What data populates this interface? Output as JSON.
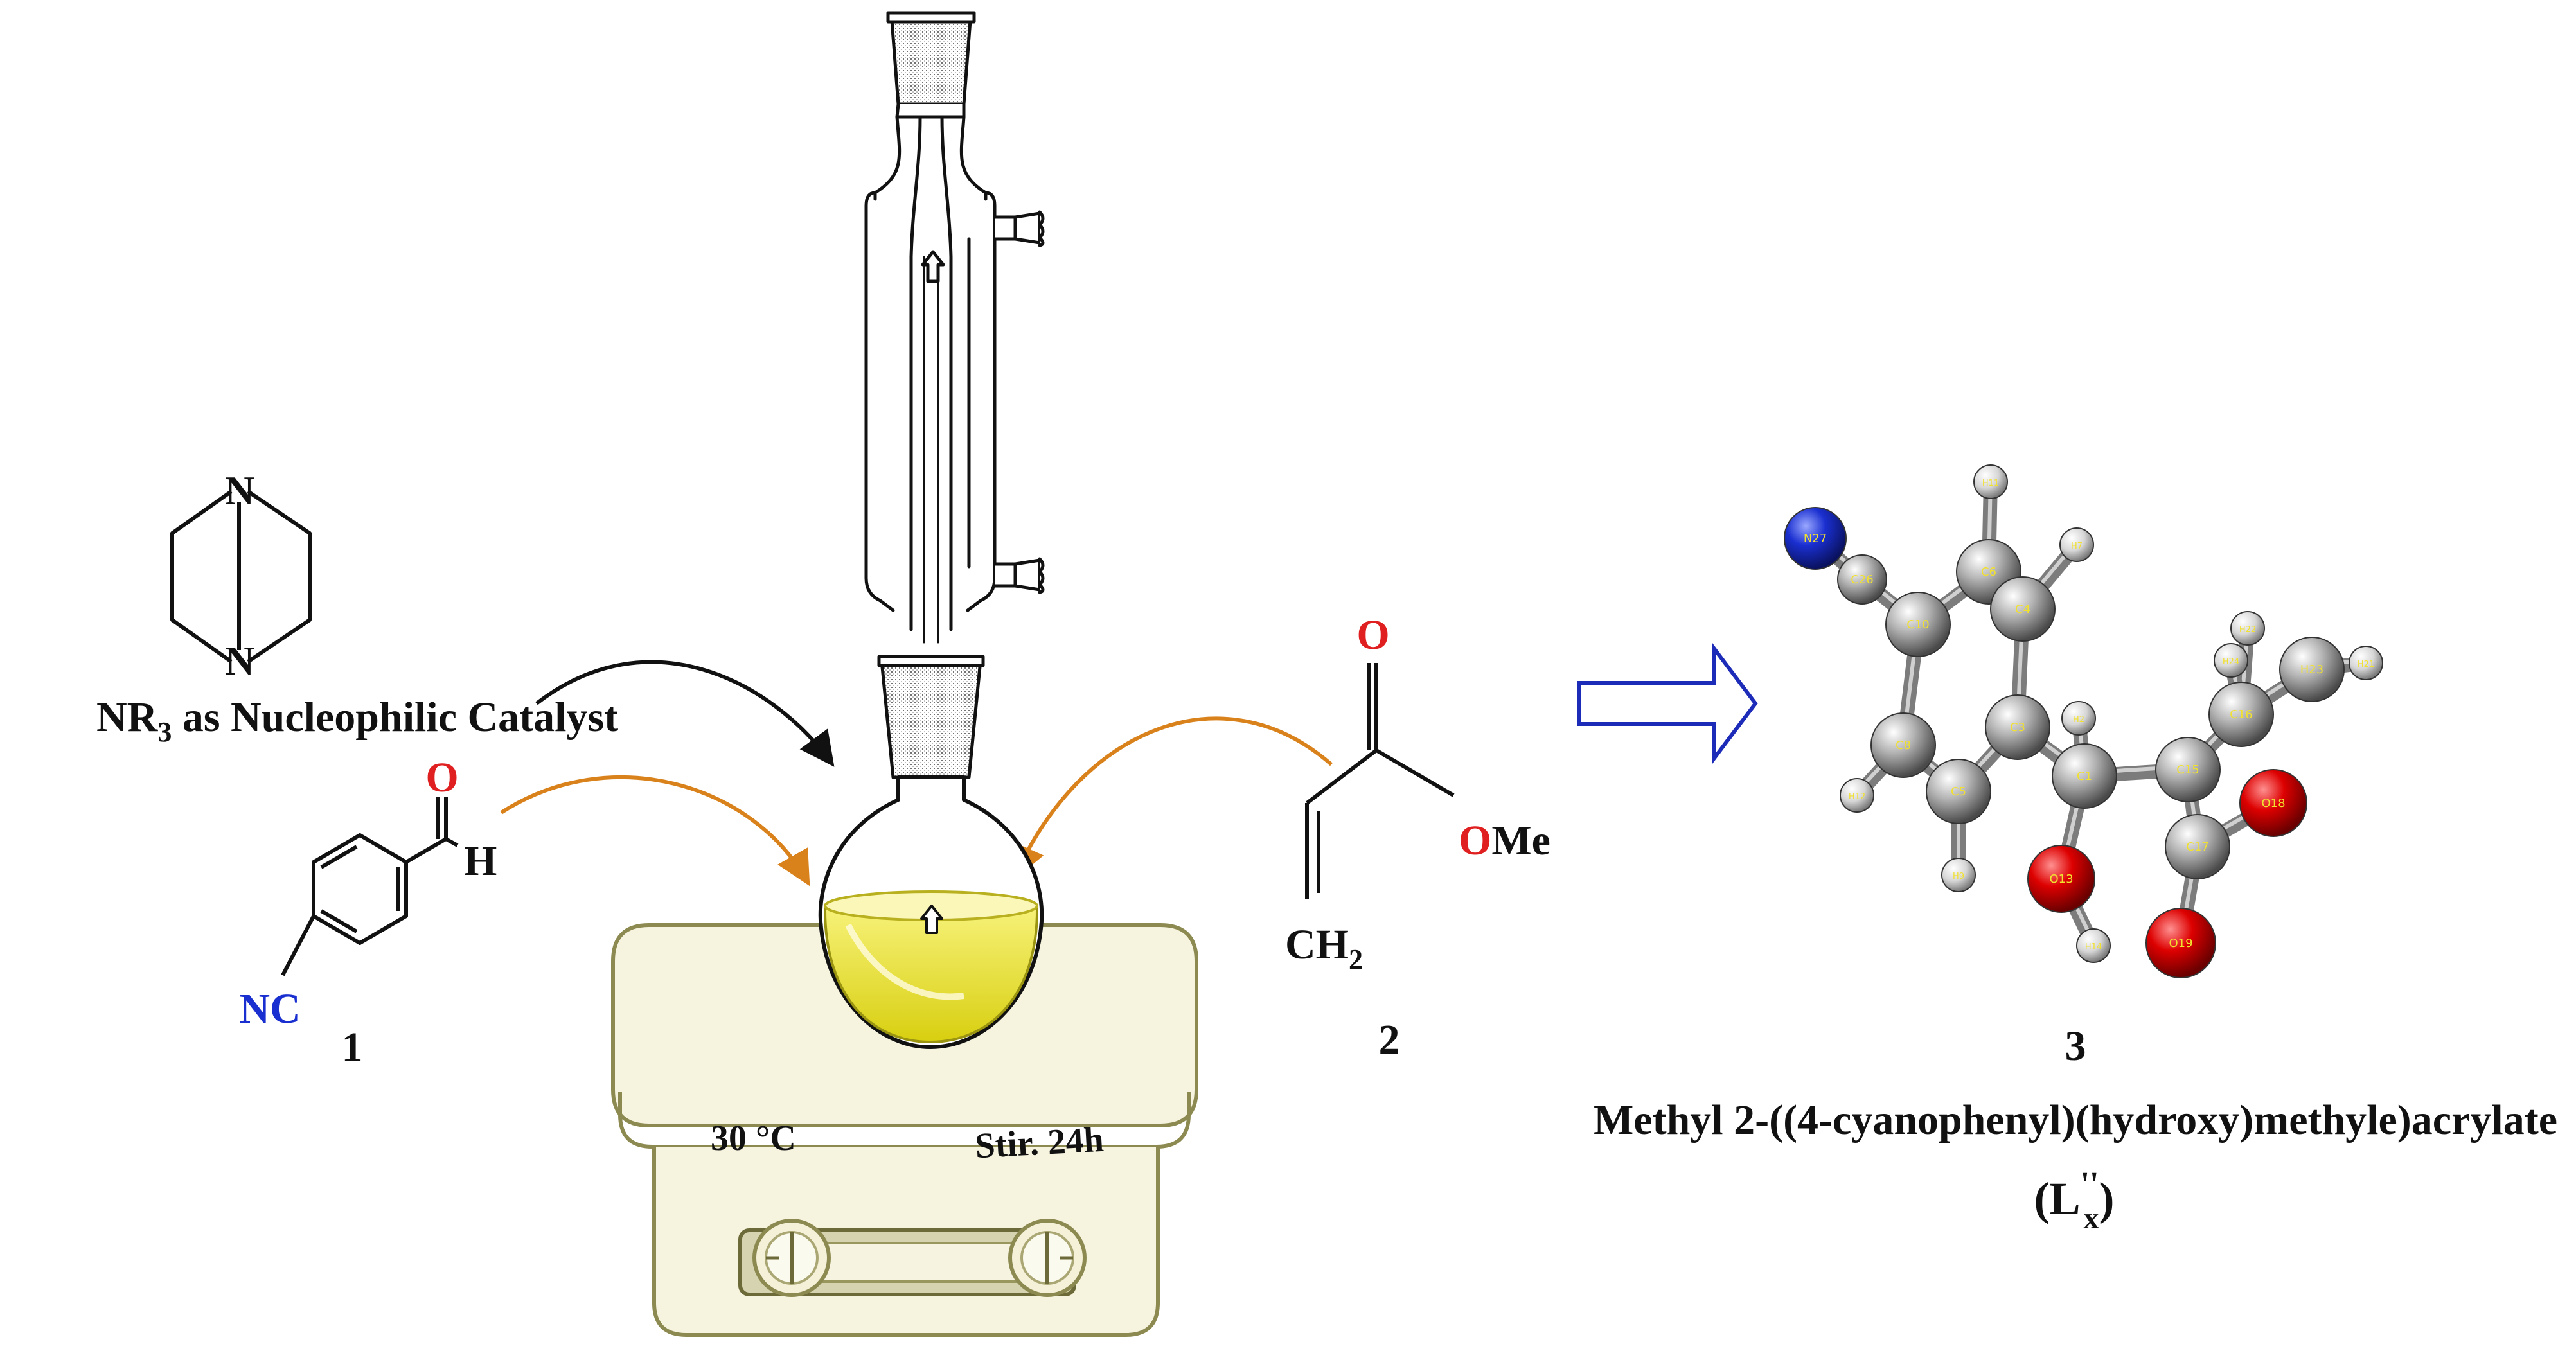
{
  "catalyst": {
    "atom_top": "N",
    "atom_bottom": "N",
    "label_prefix": "NR",
    "label_sub": "3",
    "label_rest": " as Nucleophilic Catalyst"
  },
  "compound1": {
    "number": "1",
    "o_label": "O",
    "h_label": "H",
    "nc_label": "NC"
  },
  "compound2": {
    "number": "2",
    "o_label": "O",
    "o_ome": "O",
    "me": "Me",
    "ch2_main": "CH",
    "ch2_sub": "2"
  },
  "apparatus": {
    "temperature": "30 °C",
    "stir": "Stir. 24h"
  },
  "product": {
    "number": "3",
    "name": "Methyl 2-((4-cyanophenyl)(hydroxy)methyle)acrylate",
    "code_open": "(",
    "code_main": "L",
    "code_prime": "''",
    "code_sub": "x",
    "code_close": ")"
  },
  "atom_labels": [
    "N27",
    "C26",
    "C10",
    "C6",
    "H11",
    "H7",
    "C4",
    "C3",
    "C8",
    "C5",
    "H12",
    "H9",
    "C1",
    "H2",
    "C15",
    "C16",
    "H22",
    "H24",
    "H23",
    "H21",
    "O18",
    "C17",
    "O13",
    "H14",
    "O19"
  ],
  "colors": {
    "oxygen_text": "#e02020",
    "nitrogen_text": "#1a2fd0",
    "arrow_black": "#111111",
    "arrow_orange": "#d9821c",
    "block_arrow": "#1c2bb8",
    "flask_liquid": "#e8e226",
    "atom_carbon": "#8f8f8f",
    "atom_hydrogen": "#d8d8d8",
    "atom_oxygen": "#d40000",
    "atom_nitrogen": "#1a2fd0",
    "stirrer_body": "#f6f3df",
    "stirrer_outline": "#8c8a50"
  }
}
